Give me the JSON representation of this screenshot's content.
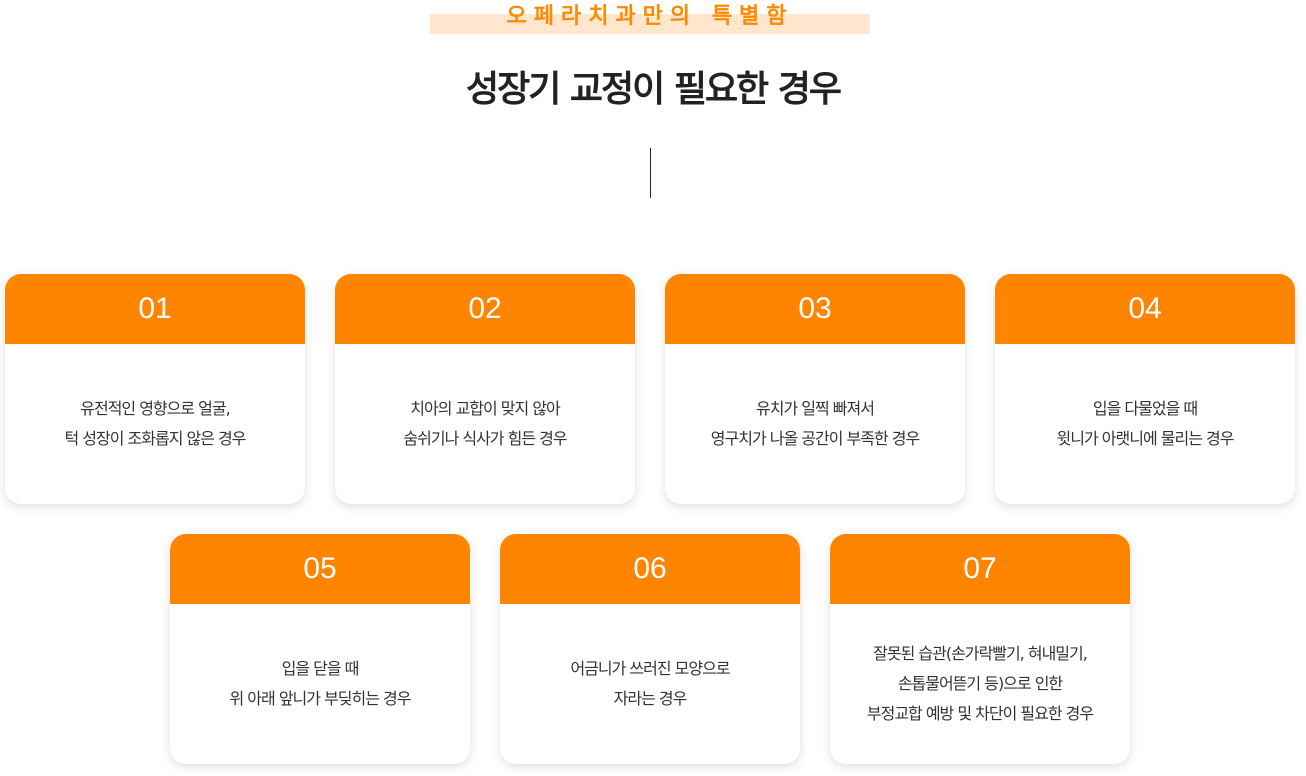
{
  "header": {
    "subtitle": "오페라치과만의 특별함",
    "title": "성장기 교정이 필요한 경우"
  },
  "accent_color": "#ff8400",
  "cards": [
    {
      "num": "01",
      "text": "유전적인 영향으로 얼굴,\n턱 성장이 조화롭지 않은 경우"
    },
    {
      "num": "02",
      "text": "치아의 교합이 맞지 않아\n숨쉬기나 식사가 힘든 경우"
    },
    {
      "num": "03",
      "text": "유치가 일찍 빠져서\n영구치가 나올 공간이 부족한 경우"
    },
    {
      "num": "04",
      "text": "입을 다물었을 때\n윗니가 아랫니에 물리는 경우"
    },
    {
      "num": "05",
      "text": "입을 닫을 때\n위 아래 앞니가 부딪히는 경우"
    },
    {
      "num": "06",
      "text": "어금니가 쓰러진 모양으로\n자라는 경우"
    },
    {
      "num": "07",
      "text": "잘못된 습관(손가락빨기, 혀내밀기,\n손톱물어뜯기 등)으로 인한\n부정교합 예방 및 차단이 필요한 경우"
    }
  ]
}
